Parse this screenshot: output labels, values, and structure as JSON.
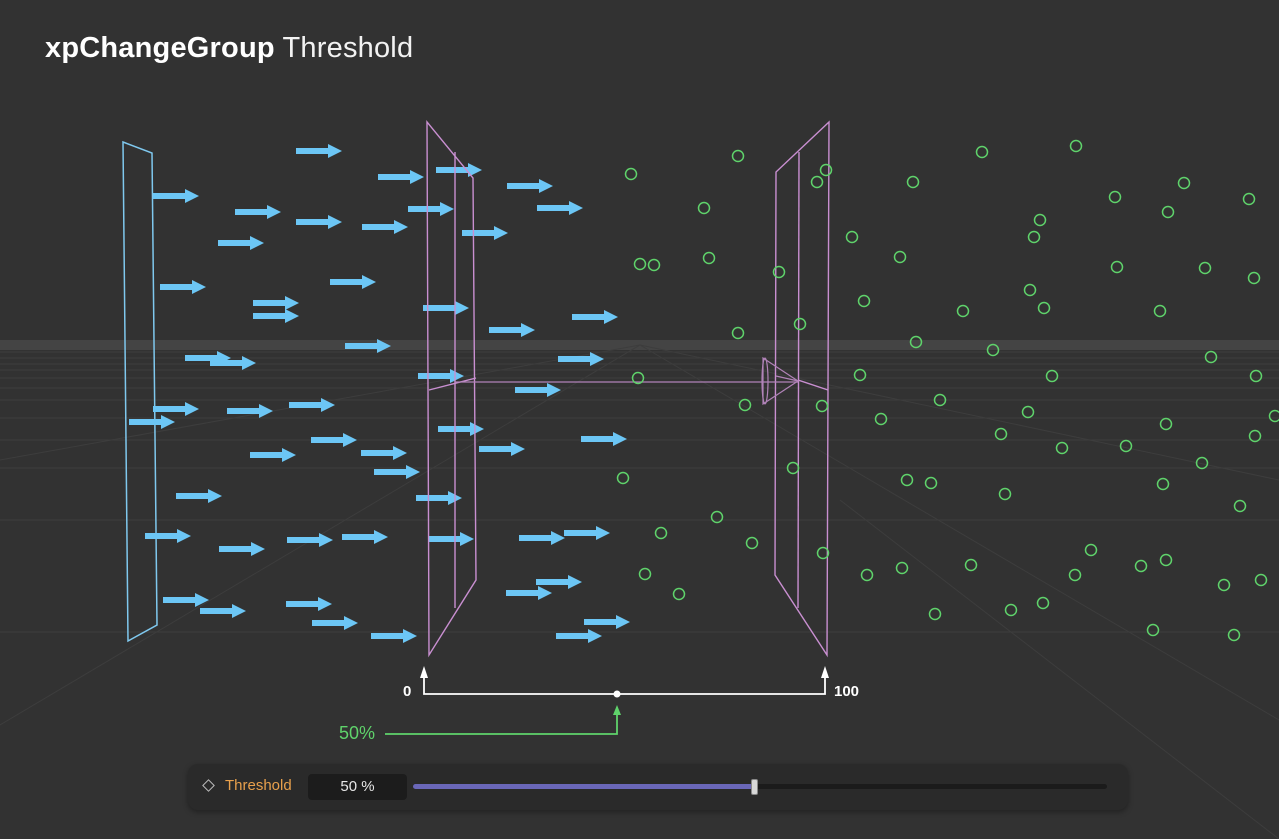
{
  "title": {
    "bold": "xpChangeGroup",
    "light": "Threshold"
  },
  "diagram": {
    "start_label": "0",
    "end_label": "100",
    "threshold_label": "50%",
    "threshold_percent": 50,
    "colors": {
      "background": "#323232",
      "source_plane": "#7fc8ee",
      "arrows": "#6cc6f5",
      "threshold_plane": "#c98fd1",
      "circles": "#5fd36b",
      "axis": "#ffffff",
      "threshold_marker": "#5fd36b"
    },
    "legend": {
      "arrows": "arrow-particles",
      "circles": "circle-particles"
    }
  },
  "control_panel": {
    "param_icon": "keyframe-diamond-icon",
    "label": "Threshold",
    "value": "50 %",
    "slider_percent": 50,
    "colors": {
      "label": "#e8a04c",
      "slider_fill": "#6a67b8"
    }
  }
}
